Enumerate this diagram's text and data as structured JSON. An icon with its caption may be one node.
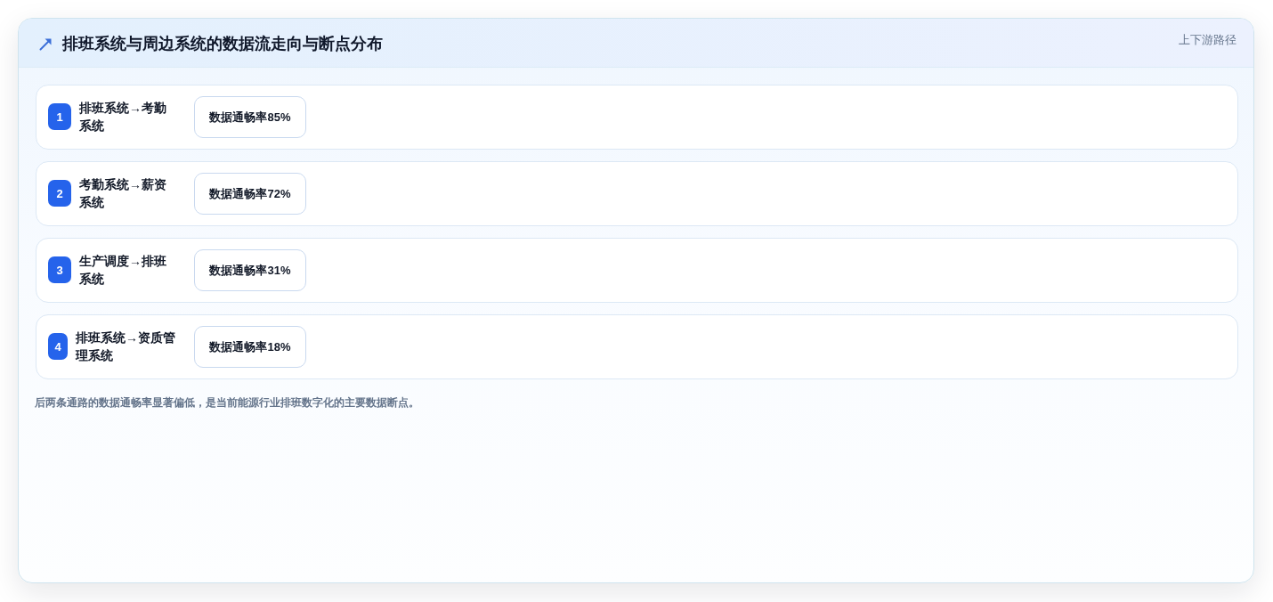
{
  "diagram": {
    "title": "排班系统与周边系统的数据流走向与断点分布",
    "caption": "后两条通路的数据通畅率显著偏低，是当前能源行业排班数字化的主要数据断点。",
    "nodes": [
      {
        "text": [
          "排班系统→考勤系统"
        ]
      },
      {
        "text": [
          "1"
        ],
        "in": 0
      },
      {
        "text": [
          "数据通畅率85%"
        ],
        "in": 0
      },
      {
        "text": [
          "考勤系统→薪资系统"
        ]
      },
      {
        "text": [
          "2"
        ],
        "in": 3
      },
      {
        "text": [
          "数据通畅率72%"
        ],
        "in": 3
      },
      {
        "text": [
          "生产调度→排班系统"
        ]
      },
      {
        "text": [
          "3"
        ],
        "in": 6
      },
      {
        "text": [
          "数据通畅率31%"
        ],
        "in": 6
      },
      {
        "text": [
          "排班系统→资质管理系统"
        ]
      },
      {
        "text": [
          "4"
        ],
        "in": 9
      },
      {
        "text": [
          "数据通畅率18%"
        ],
        "in": 9
      }
    ],
    "labels": [
      "上下游路径"
    ]
  }
}
